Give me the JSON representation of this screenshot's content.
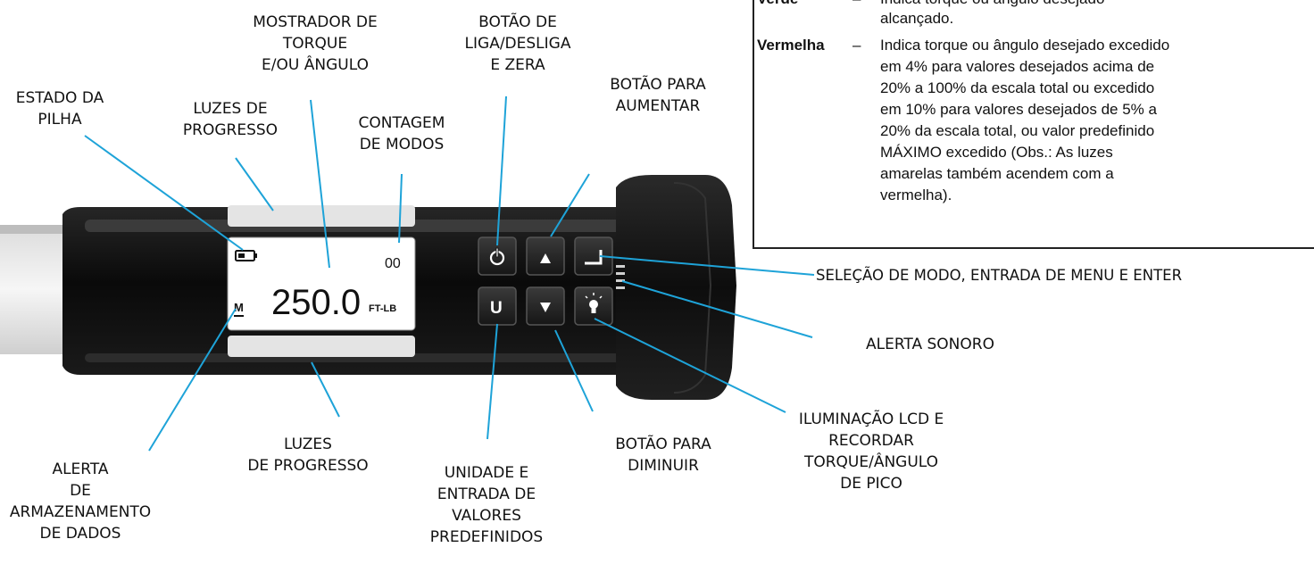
{
  "legend": {
    "verde_term": "Verde",
    "verde_dash": "–",
    "verde_line1": "Indica torque ou ângulo desejado",
    "verde_line2": "alcançado.",
    "vermelha_term": "Vermelha",
    "vermelha_dash": "–",
    "vermelha_lines": [
      "Indica torque ou ângulo desejado excedido",
      "em 4% para valores desejados acima de",
      "20% a 100% da escala total ou excedido",
      "em 10% para valores desejados de 5% a",
      "20% da escala total, ou valor predefinido",
      "MÁXIMO excedido (Obs.: As luzes",
      "amarelas também acendem com a",
      "vermelha)."
    ]
  },
  "display": {
    "value": "250.0",
    "unit": "FT-LB",
    "mode_count": "00",
    "memory_indicator": "M"
  },
  "labels": {
    "estado_pilha": [
      "ESTADO DA",
      "PILHA"
    ],
    "luzes_progresso_top": [
      "LUZES DE",
      "PROGRESSO"
    ],
    "mostrador": [
      "MOSTRADOR DE",
      "TORQUE",
      "E/OU ÂNGULO"
    ],
    "contagem_modos": [
      "CONTAGEM",
      "DE MODOS"
    ],
    "botao_liga": [
      "BOTÃO DE",
      "LIGA/DESLIGA",
      "E ZERA"
    ],
    "botao_aumentar": [
      "BOTÃO PARA",
      "AUMENTAR"
    ],
    "selecao_modo": [
      "SELEÇÃO DE MODO, ENTRADA DE MENU E ENTER"
    ],
    "alerta_sonoro": [
      "ALERTA SONORO"
    ],
    "iluminacao": [
      "ILUMINAÇÃO LCD E",
      "RECORDAR",
      "TORQUE/ÂNGULO",
      "DE PICO"
    ],
    "botao_diminuir": [
      "BOTÃO PARA",
      "DIMINUIR"
    ],
    "unidade": [
      "UNIDADE E",
      "ENTRADA DE",
      "VALORES",
      "PREDEFINIDOS"
    ],
    "luzes_progresso_bottom": [
      "LUZES",
      "DE PROGRESSO"
    ],
    "alerta_armazenamento": [
      "ALERTA",
      "DE",
      "ARMAZENAMENTO",
      "DE DADOS"
    ]
  },
  "colors": {
    "leader_line": "#1ea3d8",
    "device_body": "#0c0c0c",
    "lcd_background": "#ffffff",
    "progress_light": "#e4e4e4"
  },
  "buttons": {
    "power_icon": "power-icon",
    "up_icon": "triangle-up-icon",
    "enter_icon": "enter-icon",
    "unit_glyph": "U",
    "down_icon": "triangle-down-icon",
    "light_icon": "bulb-icon"
  }
}
